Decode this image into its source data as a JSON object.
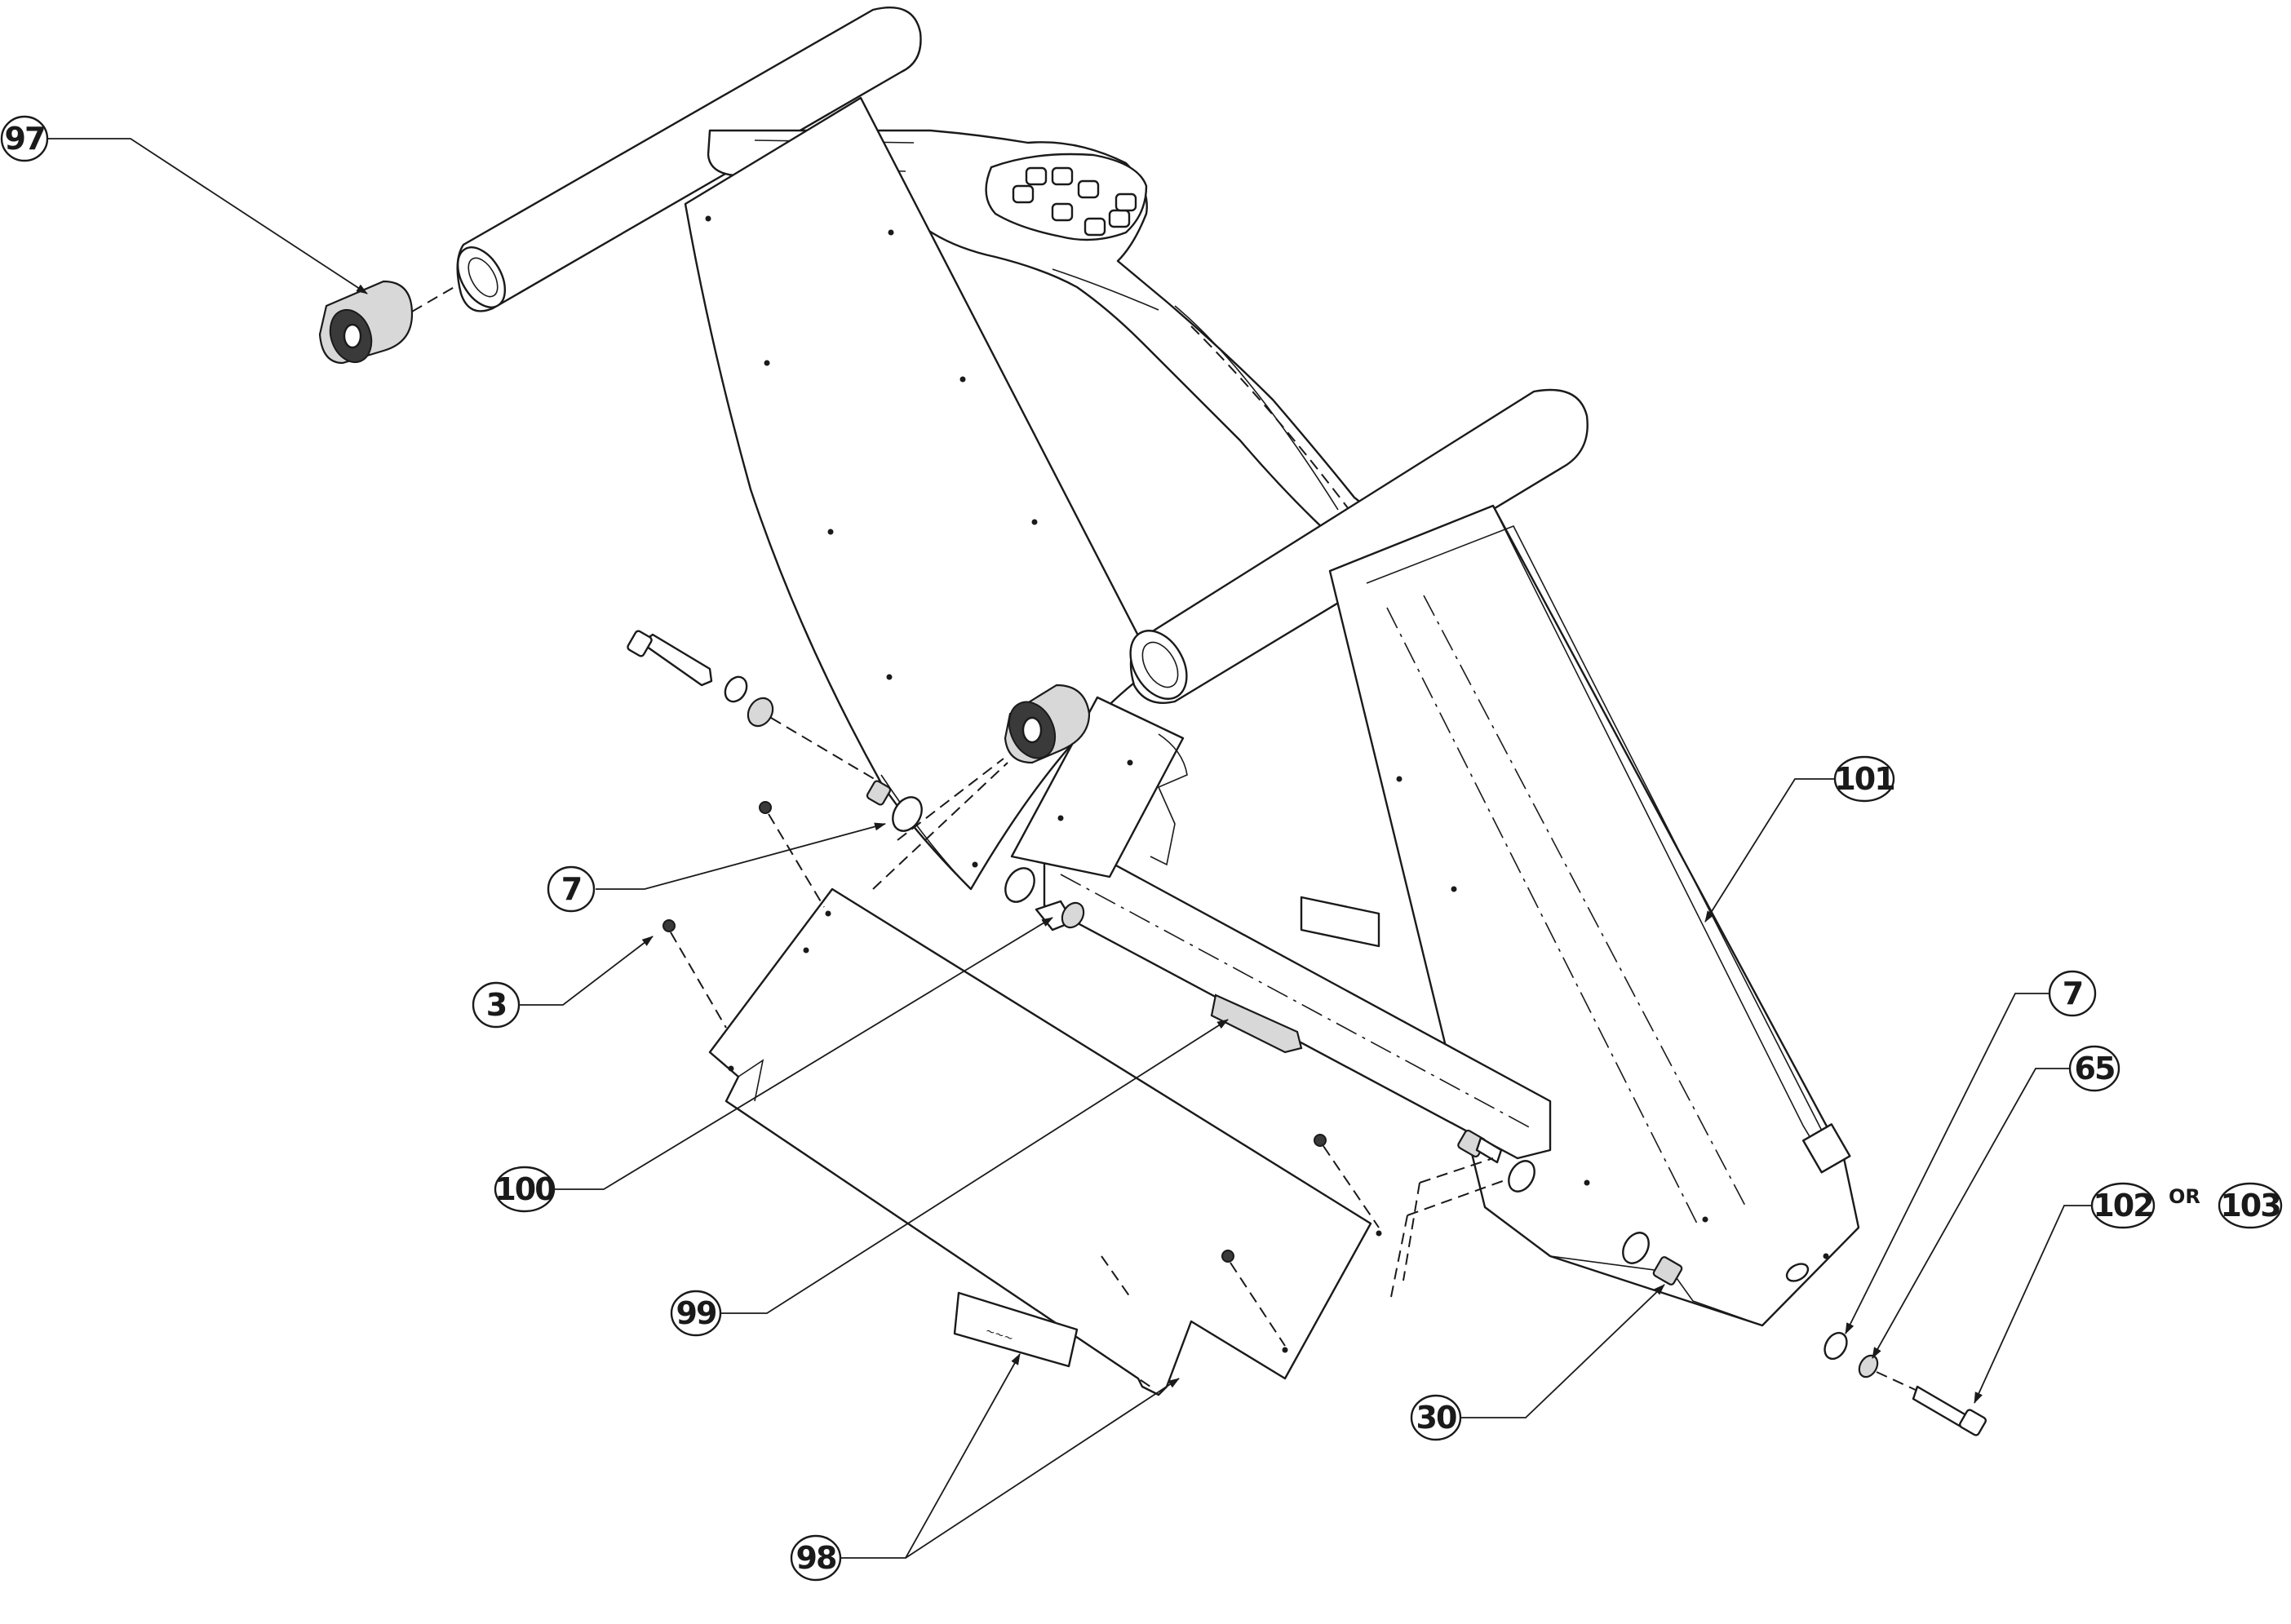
{
  "callouts": {
    "c97": "97",
    "c7a": "7",
    "c3": "3",
    "c100": "100",
    "c99": "99",
    "c98": "98",
    "c30": "30",
    "c101": "101",
    "c7b": "7",
    "c65": "65",
    "c102": "102",
    "or": "OR",
    "c103": "103"
  }
}
